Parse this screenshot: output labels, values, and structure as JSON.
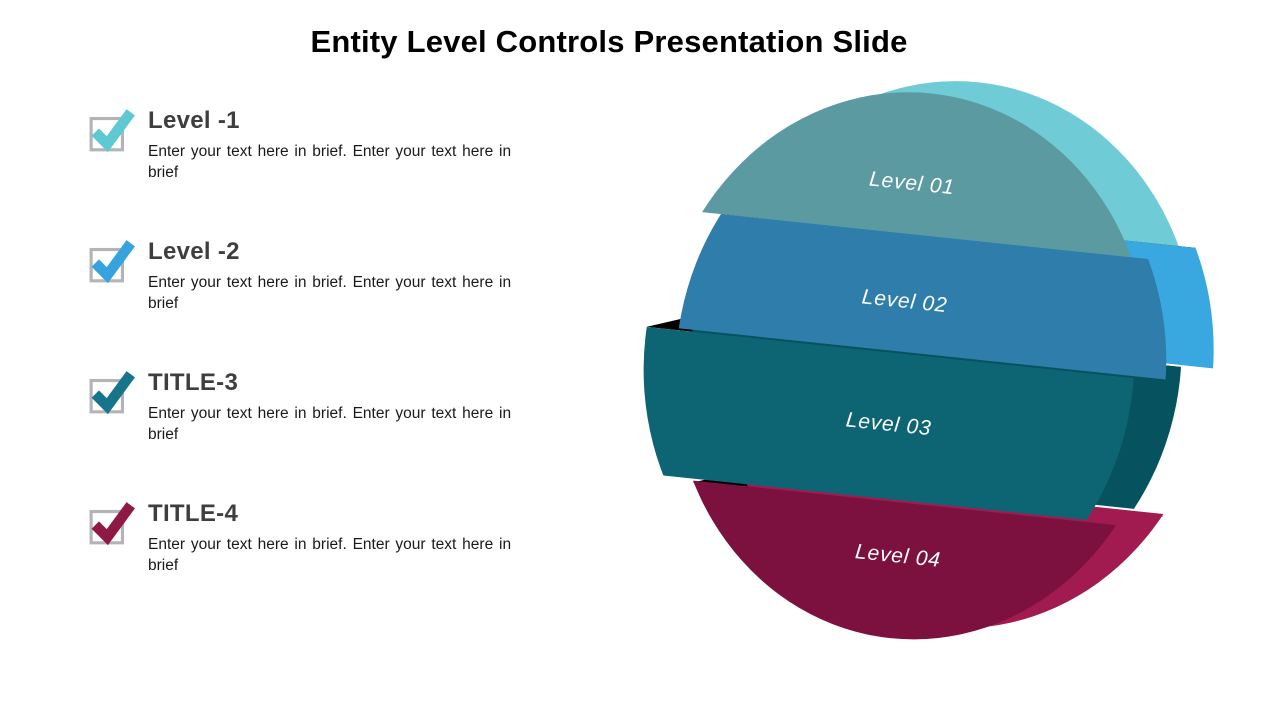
{
  "title": "Entity Level Controls Presentation Slide",
  "list": {
    "items": [
      {
        "label": "Level -1",
        "desc": "Enter your text here in brief. Enter your text here in brief",
        "check_color": "#5fc9d3"
      },
      {
        "label": "Level -2",
        "desc": "Enter your text here in brief. Enter your text here in brief",
        "check_color": "#37a3de"
      },
      {
        "label": "TITLE-3",
        "desc": "Enter your text here in brief. Enter your text here in brief",
        "check_color": "#16758a"
      },
      {
        "label": "TITLE-4",
        "desc": "Enter your text here in brief. Enter your text here in brief",
        "check_color": "#8e1945"
      }
    ],
    "checkbox_border_color": "#b4b4b8"
  },
  "diagram": {
    "segments": [
      {
        "label": "Level 01",
        "front": "#5c9aa1",
        "side": "#6fcbd6"
      },
      {
        "label": "Level 02",
        "front": "#2e7daa",
        "side": "#39a7e0"
      },
      {
        "label": "Level 03",
        "front": "#0d6472",
        "side": "#07525f"
      },
      {
        "label": "Level 04",
        "front": "#7c1140",
        "side": "#a11b51"
      }
    ],
    "shadow_color": "#000000"
  }
}
